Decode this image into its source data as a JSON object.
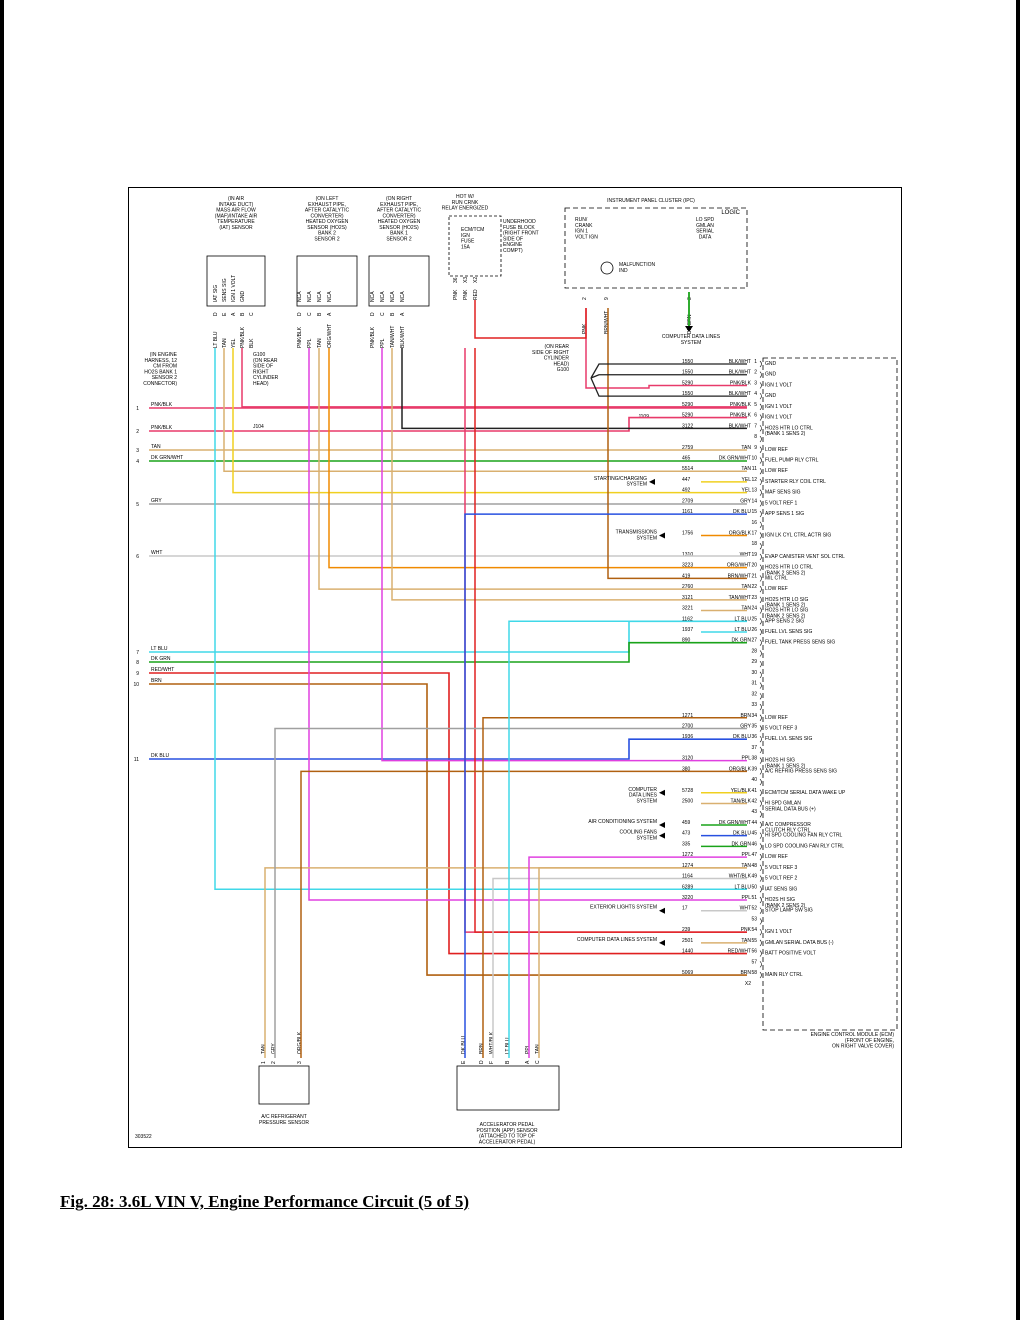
{
  "caption": "Fig. 28: 3.6L VIN V, Engine Performance Circuit (5 of 5)",
  "figure_id": "303522",
  "colors": {
    "PNK": "#e83a6a",
    "RED": "#e02020",
    "TAN": "#d9b070",
    "GRN": "#1aa31a",
    "YEL": "#f0d020",
    "GRY": "#a0a0a0",
    "BLU": "#2850e0",
    "WHT": "#c8c8c8",
    "LTBLU": "#40d8e8",
    "BRN": "#b06010",
    "ORG": "#f08a00",
    "PPL": "#e040e0",
    "BLK": "#222222",
    "VIO": "#b040e0"
  },
  "top_components": [
    {
      "label": "(IN AIR\nINTAKE DUCT)\nMASS AIR FLOW\n(MAF)/INTAKE AIR\nTEMPERATURE\n(IAT) SENSOR",
      "pins": [
        "LT BLU",
        "TAN",
        "YEL",
        "PNK/BLK",
        "BLK"
      ],
      "pinids": [
        "D",
        "E",
        "A",
        "B",
        "C"
      ],
      "sig": [
        "IAT SIG",
        "SENS SIG",
        "IGN 1 VOLT",
        "GND"
      ]
    },
    {
      "label": "(ON LEFT\nEXHAUST PIPE,\nAFTER CATALYTIC\nCONVERTER)\nHEATED OXYGEN\nSENSOR (HO2S)\nBANK 2\nSENSOR 2",
      "pins": [
        "PNK/BLK",
        "PPL",
        "TAN",
        "ORG/WHT"
      ],
      "pinids": [
        "D",
        "C",
        "B",
        "A"
      ],
      "sig": [
        "NCA",
        "NCA",
        "NCA",
        "NCA"
      ]
    },
    {
      "label": "(ON RIGHT\nEXHAUST PIPE,\nAFTER CATALYTIC\nCONVERTER)\nHEATED OXYGEN\nSENSOR (HO2S)\nBANK 1\nSENSOR 2",
      "pins": [
        "PNK/BLK",
        "PPL",
        "TAN/WHT",
        "BLK/WHT"
      ],
      "pinids": [
        "D",
        "C",
        "B",
        "A"
      ],
      "sig": [
        "NCA",
        "NCA",
        "NCA",
        "NCA"
      ]
    }
  ],
  "fuse_block": {
    "header": "HOT W/\nRUN CRNK\nRELAY ENERGIZED",
    "fuse": "ECM/TCM\nIGN\nFUSE\n15A",
    "location": "UNDERHOOD\nFUSE BLOCK\n(RIGHT FRONT\nSIDE OF\nENGINE\nCOMPT)",
    "pins": [
      "PNK",
      "PNK",
      "RED"
    ],
    "pinids": [
      "36",
      "X3",
      "X2"
    ]
  },
  "ipc": {
    "title": "INSTRUMENT PANEL CLUSTER (IPC)",
    "logic": "LOGIC",
    "left_text": "RUN/\nCRANK\nIGN 1\nVOLT   IGN",
    "right_text": "LO SPD\nGMLAN\nSERIAL\nDATA",
    "mil": "MALFUNCTION\nIND",
    "pins": [
      "PNK",
      "BRN/WHT",
      "DK GRN"
    ],
    "pinids": [
      "2",
      "9",
      "3"
    ],
    "dest": "COMPUTER DATA LINES\nSYSTEM"
  },
  "left_notes": [
    {
      "text": "(IN ENGINE\nHARNESS, 12\nCM FROM\nHO2S BANK 1\nSENSOR 2\nCONNECTOR)"
    },
    {
      "text": "G100\n(ON REAR\nSIDE OF\nRIGHT\nCYLINDER\nHEAD)"
    },
    {
      "text": "J104"
    },
    {
      "text": "(ON REAR\nSIDE OF RIGHT\nCYLINDER\nHEAD)\nG100"
    },
    {
      "text": "J109"
    }
  ],
  "left_wires": [
    {
      "num": "1",
      "color": "PNK/BLK"
    },
    {
      "num": "2",
      "color": "PNK/BLK"
    },
    {
      "num": "3",
      "color": "TAN"
    },
    {
      "num": "4",
      "color": "DK GRN/WHT"
    },
    {
      "num": "5",
      "color": "GRY"
    },
    {
      "num": "6",
      "color": "WHT"
    },
    {
      "num": "7",
      "color": "LT BLU"
    },
    {
      "num": "8",
      "color": "DK GRN"
    },
    {
      "num": "9",
      "color": "RED/WHT"
    },
    {
      "num": "10",
      "color": "BRN"
    },
    {
      "num": "11",
      "color": "DK BLU"
    }
  ],
  "ecm_pins": [
    {
      "pin": "1",
      "circ": "1550",
      "wire": "BLK/WHT",
      "func": "GND"
    },
    {
      "pin": "2",
      "circ": "1550",
      "wire": "BLK/WHT",
      "func": "GND"
    },
    {
      "pin": "3",
      "circ": "5290",
      "wire": "PNK/BLK",
      "func": "IGN 1 VOLT"
    },
    {
      "pin": "4",
      "circ": "1550",
      "wire": "BLK/WHT",
      "func": "GND"
    },
    {
      "pin": "5",
      "circ": "5290",
      "wire": "PNK/BLK",
      "func": "IGN 1 VOLT"
    },
    {
      "pin": "6",
      "circ": "5290",
      "wire": "PNK/BLK",
      "func": "IGN 1 VOLT"
    },
    {
      "pin": "7",
      "circ": "3122",
      "wire": "BLK/WHT",
      "func": "HO2S HTR LO CTRL\n(BANK 1 SENS 2)"
    },
    {
      "pin": "8",
      "circ": "",
      "wire": "",
      "func": ""
    },
    {
      "pin": "9",
      "circ": "2759",
      "wire": "TAN",
      "func": "LOW REF"
    },
    {
      "pin": "10",
      "circ": "465",
      "wire": "DK GRN/WHT",
      "func": "FUEL PUMP RLY CTRL"
    },
    {
      "pin": "11",
      "circ": "5514",
      "wire": "TAN",
      "func": "LOW REF"
    },
    {
      "pin": "12",
      "circ": "447",
      "wire": "YEL",
      "func": "STARTER RLY COIL CTRL"
    },
    {
      "pin": "13",
      "circ": "492",
      "wire": "YEL",
      "func": "MAF SENS SIG"
    },
    {
      "pin": "14",
      "circ": "2709",
      "wire": "GRY",
      "func": "5 VOLT REF 1"
    },
    {
      "pin": "15",
      "circ": "1161",
      "wire": "DK BLU",
      "func": "APP SENS 1 SIG"
    },
    {
      "pin": "16",
      "circ": "",
      "wire": "",
      "func": ""
    },
    {
      "pin": "17",
      "circ": "1756",
      "wire": "ORG/BLK",
      "func": "IGN LK CYL CTRL ACTR SIG"
    },
    {
      "pin": "18",
      "circ": "",
      "wire": "",
      "func": ""
    },
    {
      "pin": "19",
      "circ": "1310",
      "wire": "WHT",
      "func": "EVAP CANISTER VENT SOL CTRL"
    },
    {
      "pin": "20",
      "circ": "3223",
      "wire": "ORG/WHT",
      "func": "HO2S HTR LO CTRL\n(BANK 2 SENS 2)"
    },
    {
      "pin": "21",
      "circ": "419",
      "wire": "BRN/WHT",
      "func": "MIL CTRL"
    },
    {
      "pin": "22",
      "circ": "2760",
      "wire": "TAN",
      "func": "LOW REF"
    },
    {
      "pin": "23",
      "circ": "3121",
      "wire": "TAN/WHT",
      "func": "HO2S HTR LO SIG\n(BANK 1 SENS 2)"
    },
    {
      "pin": "24",
      "circ": "3221",
      "wire": "TAN",
      "func": "HO2S HTR LO SIG\n(BANK 2 SENS 2)"
    },
    {
      "pin": "25",
      "circ": "1162",
      "wire": "LT BLU",
      "func": "APP SENS 2 SIG"
    },
    {
      "pin": "26",
      "circ": "1937",
      "wire": "LT BLU",
      "func": "FUEL LVL SENS SIG"
    },
    {
      "pin": "27",
      "circ": "890",
      "wire": "DK GRN",
      "func": "FUEL TANK PRESS SENS SIG"
    },
    {
      "pin": "28",
      "circ": "",
      "wire": "",
      "func": ""
    },
    {
      "pin": "29",
      "circ": "",
      "wire": "",
      "func": ""
    },
    {
      "pin": "30",
      "circ": "",
      "wire": "",
      "func": ""
    },
    {
      "pin": "31",
      "circ": "",
      "wire": "",
      "func": ""
    },
    {
      "pin": "32",
      "circ": "",
      "wire": "",
      "func": ""
    },
    {
      "pin": "33",
      "circ": "",
      "wire": "",
      "func": ""
    },
    {
      "pin": "34",
      "circ": "1271",
      "wire": "BRN",
      "func": "LOW REF"
    },
    {
      "pin": "35",
      "circ": "2700",
      "wire": "GRY",
      "func": "5 VOLT REF 3"
    },
    {
      "pin": "36",
      "circ": "1936",
      "wire": "DK BLU",
      "func": "FUEL LVL SENS SIG"
    },
    {
      "pin": "37",
      "circ": "",
      "wire": "",
      "func": ""
    },
    {
      "pin": "38",
      "circ": "3120",
      "wire": "PPL",
      "func": "HO2S HI SIG\n(BANK 1 SENS 2)"
    },
    {
      "pin": "39",
      "circ": "380",
      "wire": "ORG/BLK",
      "func": "A/C REFRIG PRESS SENS SIG"
    },
    {
      "pin": "40",
      "circ": "",
      "wire": "",
      "func": ""
    },
    {
      "pin": "41",
      "circ": "5728",
      "wire": "YEL/BLK",
      "func": "ECM/TCM SERIAL DATA WAKE UP"
    },
    {
      "pin": "42",
      "circ": "2500",
      "wire": "TAN/BLK",
      "func": "HI SPD GMLAN\nSERIAL DATA BUS (+)"
    },
    {
      "pin": "43",
      "circ": "",
      "wire": "",
      "func": ""
    },
    {
      "pin": "44",
      "circ": "459",
      "wire": "DK GRN/WHT",
      "func": "A/C COMPRESSOR\nCLUTCH RLY CTRL"
    },
    {
      "pin": "45",
      "circ": "473",
      "wire": "DK BLU",
      "func": "HI SPD COOLING FAN RLY CTRL"
    },
    {
      "pin": "46",
      "circ": "335",
      "wire": "DK GRN",
      "func": "LO SPD COOLING FAN RLY CTRL"
    },
    {
      "pin": "47",
      "circ": "1272",
      "wire": "PPL",
      "func": "LOW REF"
    },
    {
      "pin": "48",
      "circ": "1274",
      "wire": "TAN",
      "func": "5 VOLT REF 3"
    },
    {
      "pin": "49",
      "circ": "1164",
      "wire": "WHT/BLK",
      "func": "5 VOLT REF 2"
    },
    {
      "pin": "50",
      "circ": "6289",
      "wire": "LT BLU",
      "func": "IAT SENS SIG"
    },
    {
      "pin": "51",
      "circ": "3220",
      "wire": "PPL",
      "func": "HO2S HI SIG\n(BANK 2 SENS 2)"
    },
    {
      "pin": "52",
      "circ": "17",
      "wire": "WHT",
      "func": "STOP LAMP SW SIG"
    },
    {
      "pin": "53",
      "circ": "",
      "wire": "",
      "func": ""
    },
    {
      "pin": "54",
      "circ": "239",
      "wire": "PNK",
      "func": "IGN 1 VOLT"
    },
    {
      "pin": "55",
      "circ": "2501",
      "wire": "TAN",
      "func": "GMLAN SERIAL DATA BUS (-)"
    },
    {
      "pin": "56",
      "circ": "1440",
      "wire": "RED/WHT",
      "func": "BATT POSITIVE VOLT"
    },
    {
      "pin": "57",
      "circ": "",
      "wire": "",
      "func": ""
    },
    {
      "pin": "58",
      "circ": "5069",
      "wire": "BRN",
      "func": "MAIN RLY CTRL"
    }
  ],
  "ecm_connector": "X2",
  "ecm_label": "ENGINE CONTROL MODULE (ECM)\n(FRONT OF ENGINE,\nON RIGHT VALVE COVER)",
  "systems": [
    {
      "text": "STARTING/CHARGING\nSYSTEM",
      "pin": "12"
    },
    {
      "text": "TRANSMISSIONS\nSYSTEM",
      "pin": "17"
    },
    {
      "text": "COMPUTER\nDATA LINES\nSYSTEM",
      "pin": "41"
    },
    {
      "text": "AIR CONDITIONING SYSTEM",
      "pin": "44"
    },
    {
      "text": "COOLING FANS\nSYSTEM",
      "pin": "45"
    },
    {
      "text": "EXTERIOR LIGHTS SYSTEM",
      "pin": "52"
    },
    {
      "text": "COMPUTER DATA LINES SYSTEM",
      "pin": "55"
    }
  ],
  "bottom_components": [
    {
      "label": "A/C REFRIGERANT\nPRESSURE SENSOR",
      "pins": [
        "TAN",
        "GRY",
        "ORG/BLK"
      ],
      "pinids": [
        "1",
        "2",
        "3"
      ]
    },
    {
      "label": "ACCELERATOR PEDAL\nPOSITION (APP) SENSOR\n(ATTACHED TO TOP OF\nACCELERATOR PEDAL)",
      "pins": [
        "DK BLU",
        "BRN",
        "WHT/BLK",
        "LT BLU",
        "PPL",
        "TAN"
      ],
      "pinids": [
        "E",
        "D",
        "F",
        "B",
        "A",
        "C"
      ]
    }
  ]
}
